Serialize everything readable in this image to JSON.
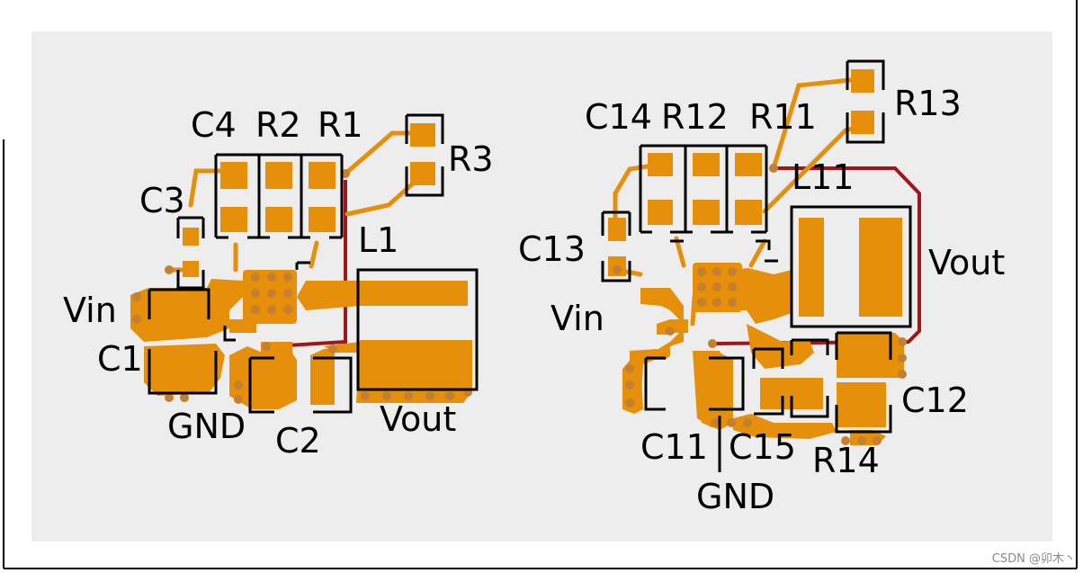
{
  "colors": {
    "board": "#ededed",
    "copper": "#e58f0a",
    "via": "#c47f2f",
    "inner_trace": "#a0161b",
    "silkscreen": "#000000"
  },
  "circuit_left": {
    "labels": {
      "c4": "C4",
      "r2": "R2",
      "r1": "R1",
      "r3": "R3",
      "c3": "C3",
      "l1": "L1",
      "vin": "Vin",
      "c1": "C1",
      "gnd": "GND",
      "c2": "C2",
      "vout": "Vout"
    }
  },
  "circuit_right": {
    "labels": {
      "c14": "C14",
      "r12": "R12",
      "r11": "R11",
      "r13": "R13",
      "l11": "L11",
      "c13": "C13",
      "vout": "Vout",
      "vin": "Vin",
      "c12": "C12",
      "c11": "C11",
      "c15": "C15",
      "r14": "R14",
      "gnd": "GND"
    }
  },
  "watermark": "CSDN @卯木丶"
}
